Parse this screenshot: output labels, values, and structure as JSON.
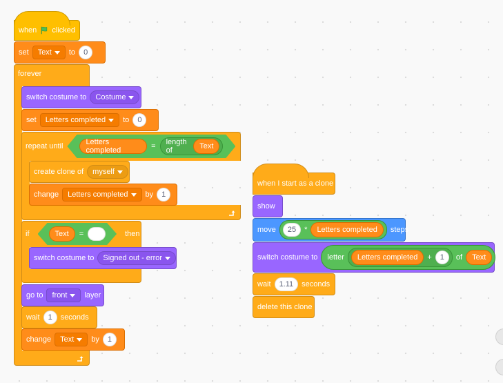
{
  "script1": {
    "hat": {
      "when": "when",
      "clicked": "clicked",
      "flag_icon": "green-flag-icon"
    },
    "set_text": {
      "set": "set",
      "var": "Text",
      "to": "to",
      "value": "0"
    },
    "forever": "forever",
    "switch_costume": {
      "label": "switch costume to",
      "costume": "Costume"
    },
    "set_letters": {
      "set": "set",
      "var": "Letters completed",
      "to": "to",
      "value": "0"
    },
    "repeat_until": {
      "label": "repeat until",
      "left": "Letters completed",
      "eq": "=",
      "length_of": "length of",
      "right": "Text"
    },
    "create_clone": {
      "label": "create clone of",
      "target": "myself"
    },
    "change_letters": {
      "change": "change",
      "var": "Letters completed",
      "by": "by",
      "value": "1"
    },
    "if_block": {
      "if": "if",
      "left": "Text",
      "eq": "=",
      "right": "",
      "then": "then"
    },
    "switch_costume_2": {
      "label": "switch costume to",
      "costume": "Signed out - error"
    },
    "go_to": {
      "go_to": "go to",
      "layer_opt": "front",
      "layer": "layer"
    },
    "wait": {
      "wait": "wait",
      "value": "1",
      "seconds": "seconds"
    },
    "change_text": {
      "change": "change",
      "var": "Text",
      "by": "by",
      "value": "1"
    }
  },
  "script2": {
    "hat": "when I start as a clone",
    "show": "show",
    "move": {
      "move": "move",
      "num": "25",
      "times": "*",
      "var": "Letters completed",
      "steps": "steps"
    },
    "switch_costume": {
      "label": "switch costume to",
      "letter": "letter",
      "var": "Letters completed",
      "plus": "+",
      "num": "1",
      "of": "of",
      "text": "Text"
    },
    "wait": {
      "wait": "wait",
      "value": "1.11",
      "seconds": "seconds"
    },
    "delete": "delete this clone"
  },
  "colors": {
    "events": "#ffbf00",
    "control": "#ffab19",
    "variables": "#ff8c1a",
    "looks": "#9966ff",
    "motion": "#4c97ff",
    "operators": "#59c059"
  }
}
